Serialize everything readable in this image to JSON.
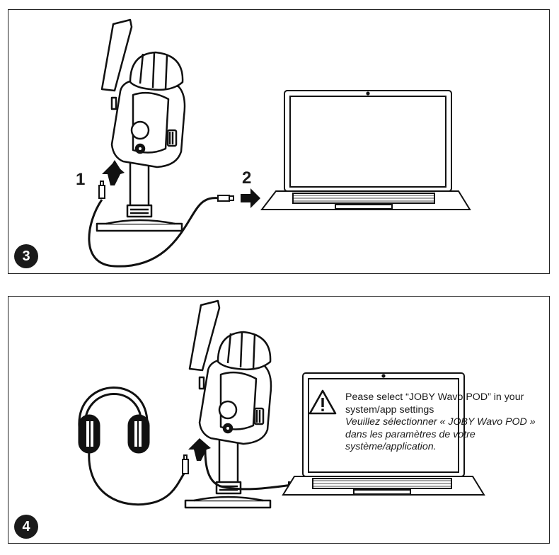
{
  "step3": {
    "badge": "3",
    "step_one": "1",
    "step_two": "2"
  },
  "step4": {
    "badge": "4",
    "message_en": "Pease select “JOBY Wavo POD” in your system/app settings",
    "message_fr": "Veuillez sélectionner « JOBY Wavo POD » dans les paramètres de votre système/application."
  },
  "icons": [
    "microphone-icon",
    "laptop-icon",
    "headphones-icon",
    "warning-icon",
    "arrow-icon"
  ]
}
